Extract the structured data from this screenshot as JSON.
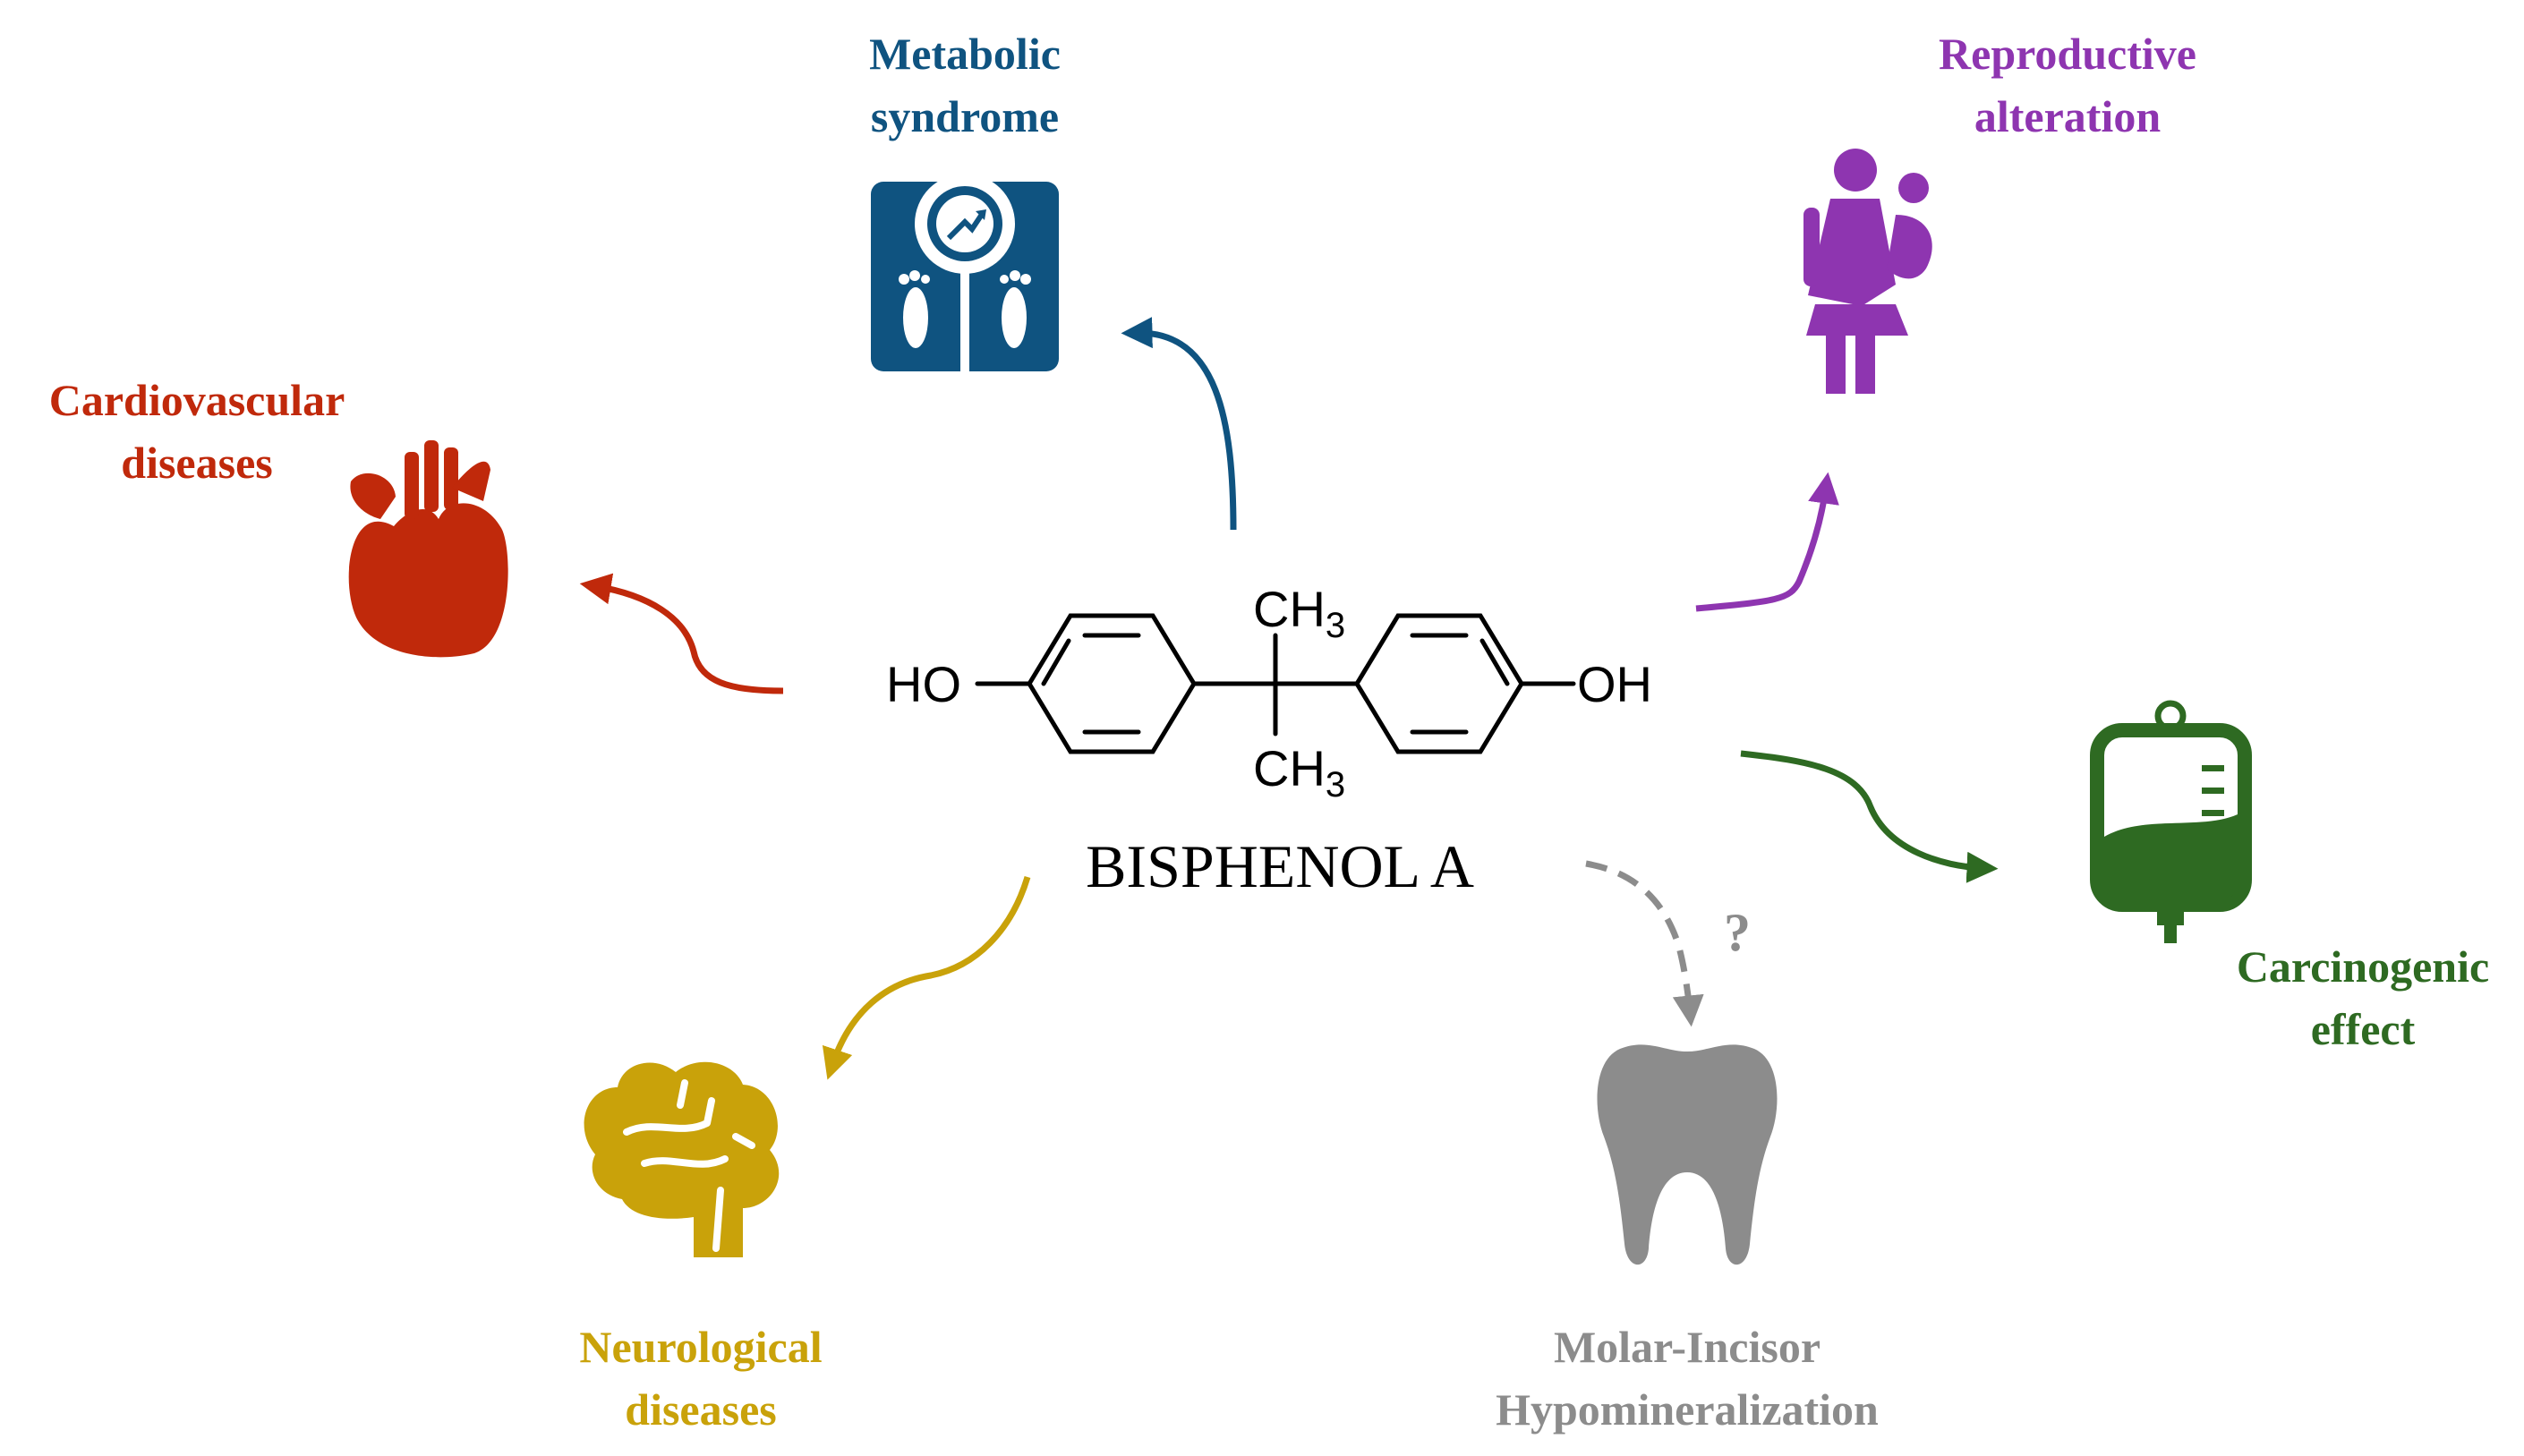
{
  "molecule": {
    "name": "BISPHENOL A",
    "hydroxyl_left": "HO",
    "hydroxyl_right": "OH",
    "methyl_top": "CH",
    "methyl_bottom": "CH",
    "methyl_subscript": "3"
  },
  "effects": {
    "metabolic": {
      "line1": "Metabolic",
      "line2": "syndrome",
      "color": "#0f5380",
      "icon": "weight-scale-icon"
    },
    "reproductive": {
      "line1": "Reproductive",
      "line2": "alteration",
      "color": "#8e35b0",
      "icon": "mother-child-icon"
    },
    "cardiovascular": {
      "line1": "Cardiovascular",
      "line2": "diseases",
      "color": "#c0290b",
      "icon": "heart-icon"
    },
    "carcinogenic": {
      "line1": "Carcinogenic",
      "line2": "effect",
      "color": "#2e6a22",
      "icon": "iv-bag-icon"
    },
    "neurological": {
      "line1": "Neurological",
      "line2": "diseases",
      "color": "#c9a20a",
      "icon": "brain-icon"
    },
    "mih": {
      "line1": "Molar-Incisor",
      "line2": "Hypomineralization",
      "color": "#8c8c8c",
      "icon": "tooth-icon",
      "uncertainty_mark": "?"
    }
  }
}
